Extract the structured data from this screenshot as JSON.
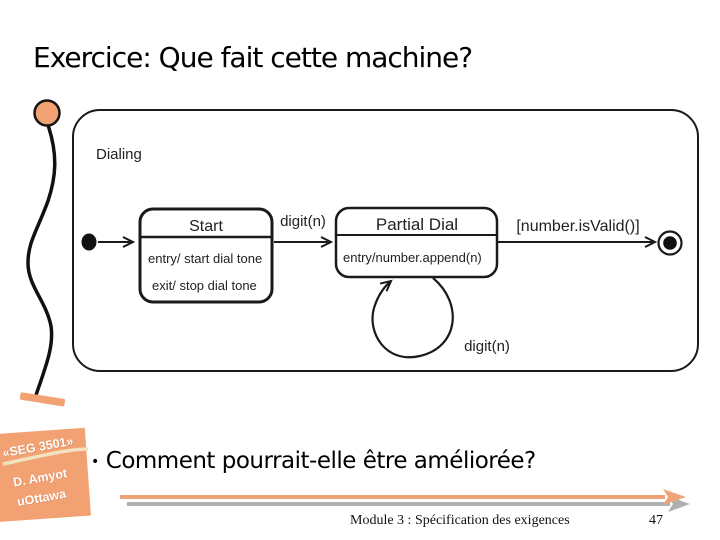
{
  "title": "Exercice: Que fait cette machine?",
  "bullet": {
    "glyph": "•",
    "text": "Comment pourrait-elle être améliorée?"
  },
  "badge": {
    "course": "«SEG 3501»",
    "author": "D. Amyot",
    "org": "uOttawa"
  },
  "footer": {
    "module": "Module 3 : Spécification des exigences",
    "page": "47"
  },
  "diagram": {
    "container": "Dialing",
    "start_state": {
      "title": "Start",
      "entry": "entry/ start dial tone",
      "exit": "exit/ stop dial tone"
    },
    "partial_state": {
      "title": "Partial Dial",
      "entry": "entry/number.append(n)"
    },
    "transition_digit": "digit(n)",
    "transition_loop": "digit(n)",
    "transition_valid": "[number.isValid()]"
  },
  "colors": {
    "accent": "#F2A172",
    "arrow_orange": "#EFA477",
    "arrow_gray": "#B0B0B0",
    "cream": "#F2E2C0",
    "ink": "#1A1A1A"
  }
}
